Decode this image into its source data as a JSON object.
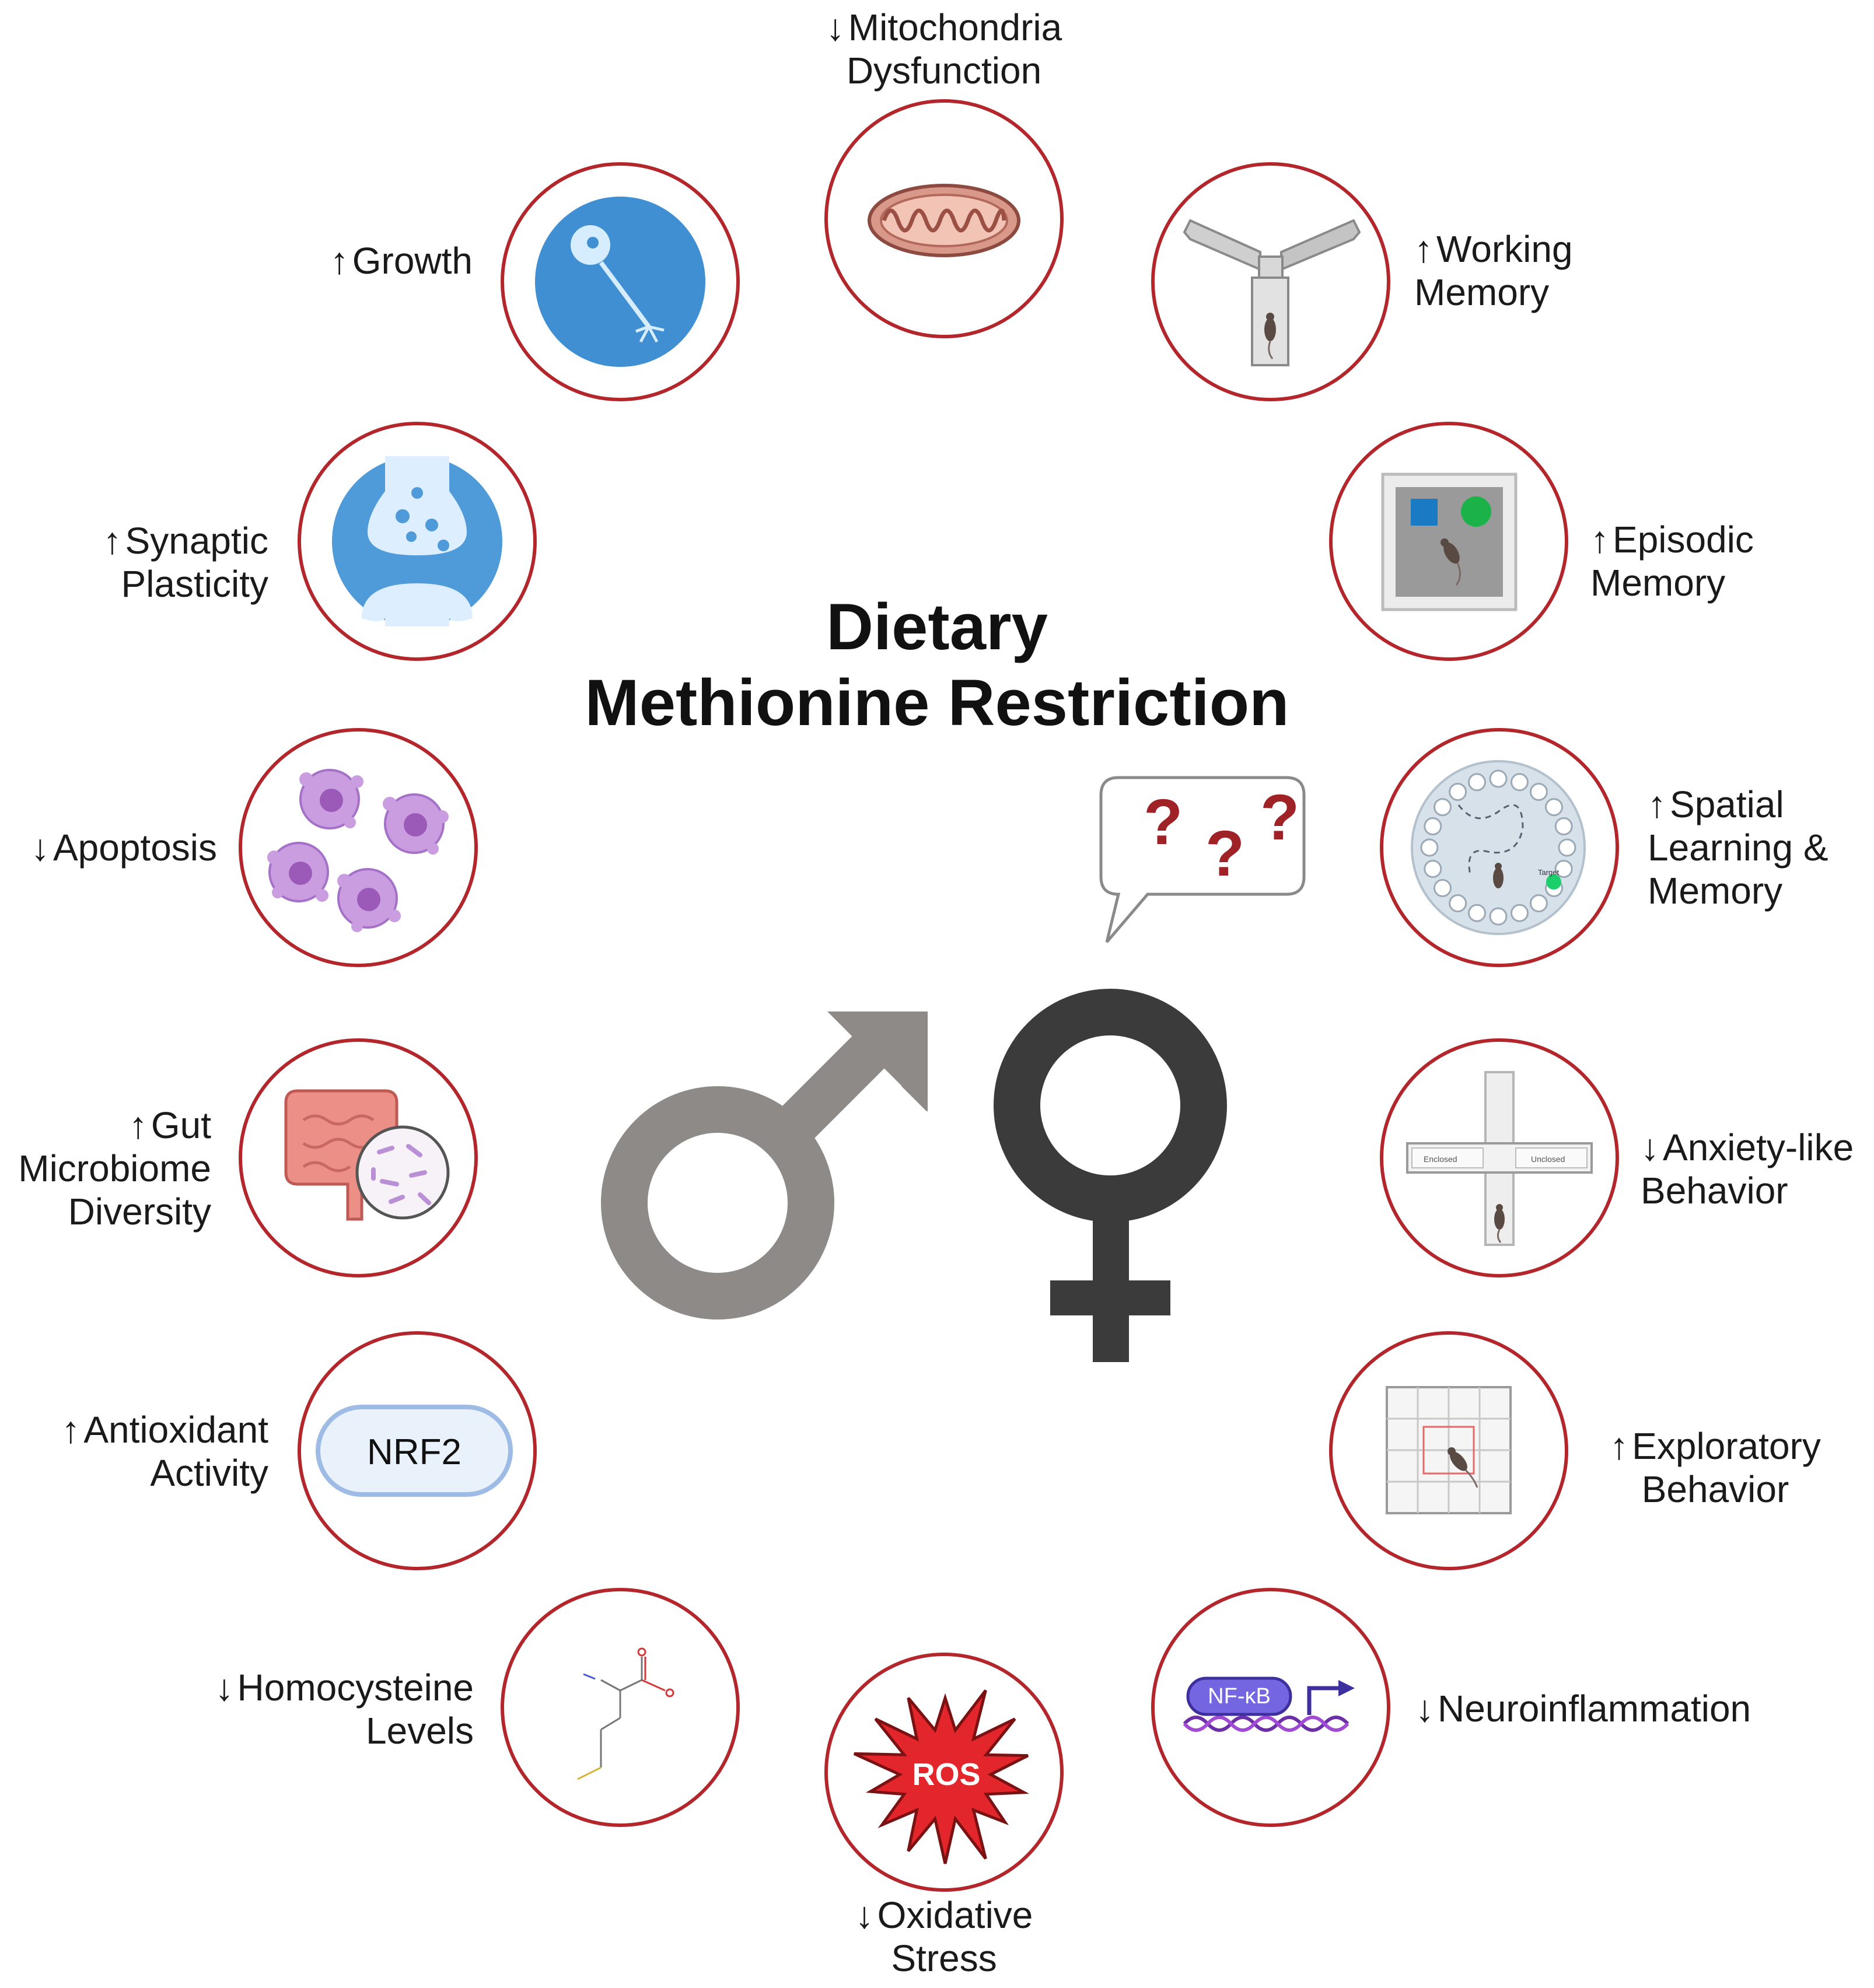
{
  "title": {
    "line1": "Dietary",
    "line2": "Methionine Restriction"
  },
  "colors": {
    "ring": "#b3262b",
    "male_symbol": "#8e8a88",
    "female_symbol": "#3b3b3b",
    "question_marks": "#9e2226",
    "neuron_bg": "#3f8fd2",
    "synapse_bg": "#4f9ad9"
  },
  "center": {
    "male_icon": "male-symbol-icon",
    "female_icon": "female-symbol-icon",
    "speech_bubble_text": "???"
  },
  "effects": [
    {
      "id": "mitochondria",
      "arrow": "↓",
      "lines": [
        "Mitochondria",
        "Dysfunction"
      ],
      "icon": "mitochondria-icon"
    },
    {
      "id": "working-memory",
      "arrow": "↑",
      "lines": [
        "Working",
        "Memory"
      ],
      "icon": "y-maze-icon"
    },
    {
      "id": "episodic-memory",
      "arrow": "↑",
      "lines": [
        "Episodic",
        "Memory"
      ],
      "icon": "novel-object-icon"
    },
    {
      "id": "spatial-learning",
      "arrow": "↑",
      "lines": [
        "Spatial",
        "Learning &",
        "Memory"
      ],
      "icon": "barnes-maze-icon",
      "icon_text": "Target"
    },
    {
      "id": "anxiety",
      "arrow": "↓",
      "lines": [
        "Anxiety-like",
        "Behavior"
      ],
      "icon": "plus-maze-icon",
      "icon_text": [
        "Enclosed",
        "Unclosed"
      ]
    },
    {
      "id": "exploratory",
      "arrow": "↑",
      "lines": [
        "Exploratory",
        "Behavior"
      ],
      "icon": "open-field-icon"
    },
    {
      "id": "neuroinflammation",
      "arrow": "↓",
      "lines": [
        "Neuroinflammation"
      ],
      "icon": "nfkb-dna-icon",
      "icon_text": "NF-κB"
    },
    {
      "id": "oxidative-stress",
      "arrow": "↓",
      "lines": [
        "Oxidative",
        "Stress"
      ],
      "icon": "ros-burst-icon",
      "icon_text": "ROS"
    },
    {
      "id": "homocysteine",
      "arrow": "↓",
      "lines": [
        "Homocysteine",
        "Levels"
      ],
      "icon": "molecule-icon"
    },
    {
      "id": "antioxidant",
      "arrow": "↑",
      "lines": [
        "Antioxidant",
        "Activity"
      ],
      "icon": "nrf2-icon",
      "icon_text": "NRF2"
    },
    {
      "id": "gut-microbiome",
      "arrow": "↑",
      "lines": [
        "Gut",
        "Microbiome",
        "Diversity"
      ],
      "icon": "intestine-icon"
    },
    {
      "id": "apoptosis",
      "arrow": "↓",
      "lines": [
        "Apoptosis"
      ],
      "icon": "apoptotic-cells-icon"
    },
    {
      "id": "synaptic-plasticity",
      "arrow": "↑",
      "lines": [
        "Synaptic",
        "Plasticity"
      ],
      "icon": "synapse-icon"
    },
    {
      "id": "growth",
      "arrow": "↑",
      "lines": [
        "Growth"
      ],
      "icon": "neuron-icon"
    }
  ]
}
